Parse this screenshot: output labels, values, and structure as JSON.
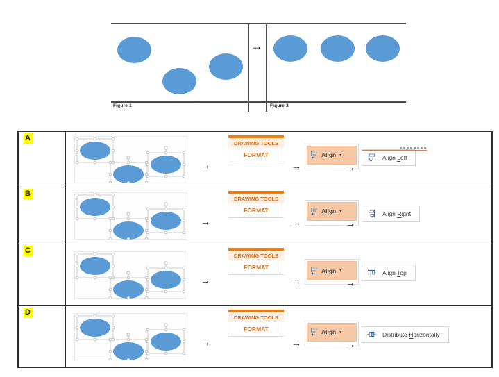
{
  "glyphs": {
    "arrow": "→",
    "dropdown": "▾"
  },
  "figure": {
    "label_before": "Figure 1",
    "label_after": "Figure 2"
  },
  "ribbon": {
    "contextual_group": "DRAWING TOOLS",
    "tab": "FORMAT"
  },
  "align_button": {
    "label": "Align"
  },
  "options": [
    {
      "letter": "A",
      "menu_icon": "align-left-icon",
      "menu_label": {
        "pre": "Align ",
        "accelerator": "L",
        "post": "eft"
      }
    },
    {
      "letter": "B",
      "menu_icon": "align-right-icon",
      "menu_label": {
        "pre": "Align ",
        "accelerator": "R",
        "post": "ight"
      }
    },
    {
      "letter": "C",
      "menu_icon": "align-top-icon",
      "menu_label": {
        "pre": "Align ",
        "accelerator": "T",
        "post": "op"
      }
    },
    {
      "letter": "D",
      "menu_icon": "distribute-horizontally-icon",
      "menu_label": {
        "pre": "Distribute ",
        "accelerator": "H",
        "post": "orizontally"
      }
    }
  ],
  "colors": {
    "shape_blue": "#5B9BD5",
    "ribbon_orange": "#EE7B0E",
    "ribbon_text_orange": "#D96C1A",
    "ribbon_title_bg": "#FCF0E4",
    "align_button_highlight": "#F6C8A6",
    "option_letter_highlight": "#FFFF00",
    "table_border": "#2e2e2e"
  }
}
